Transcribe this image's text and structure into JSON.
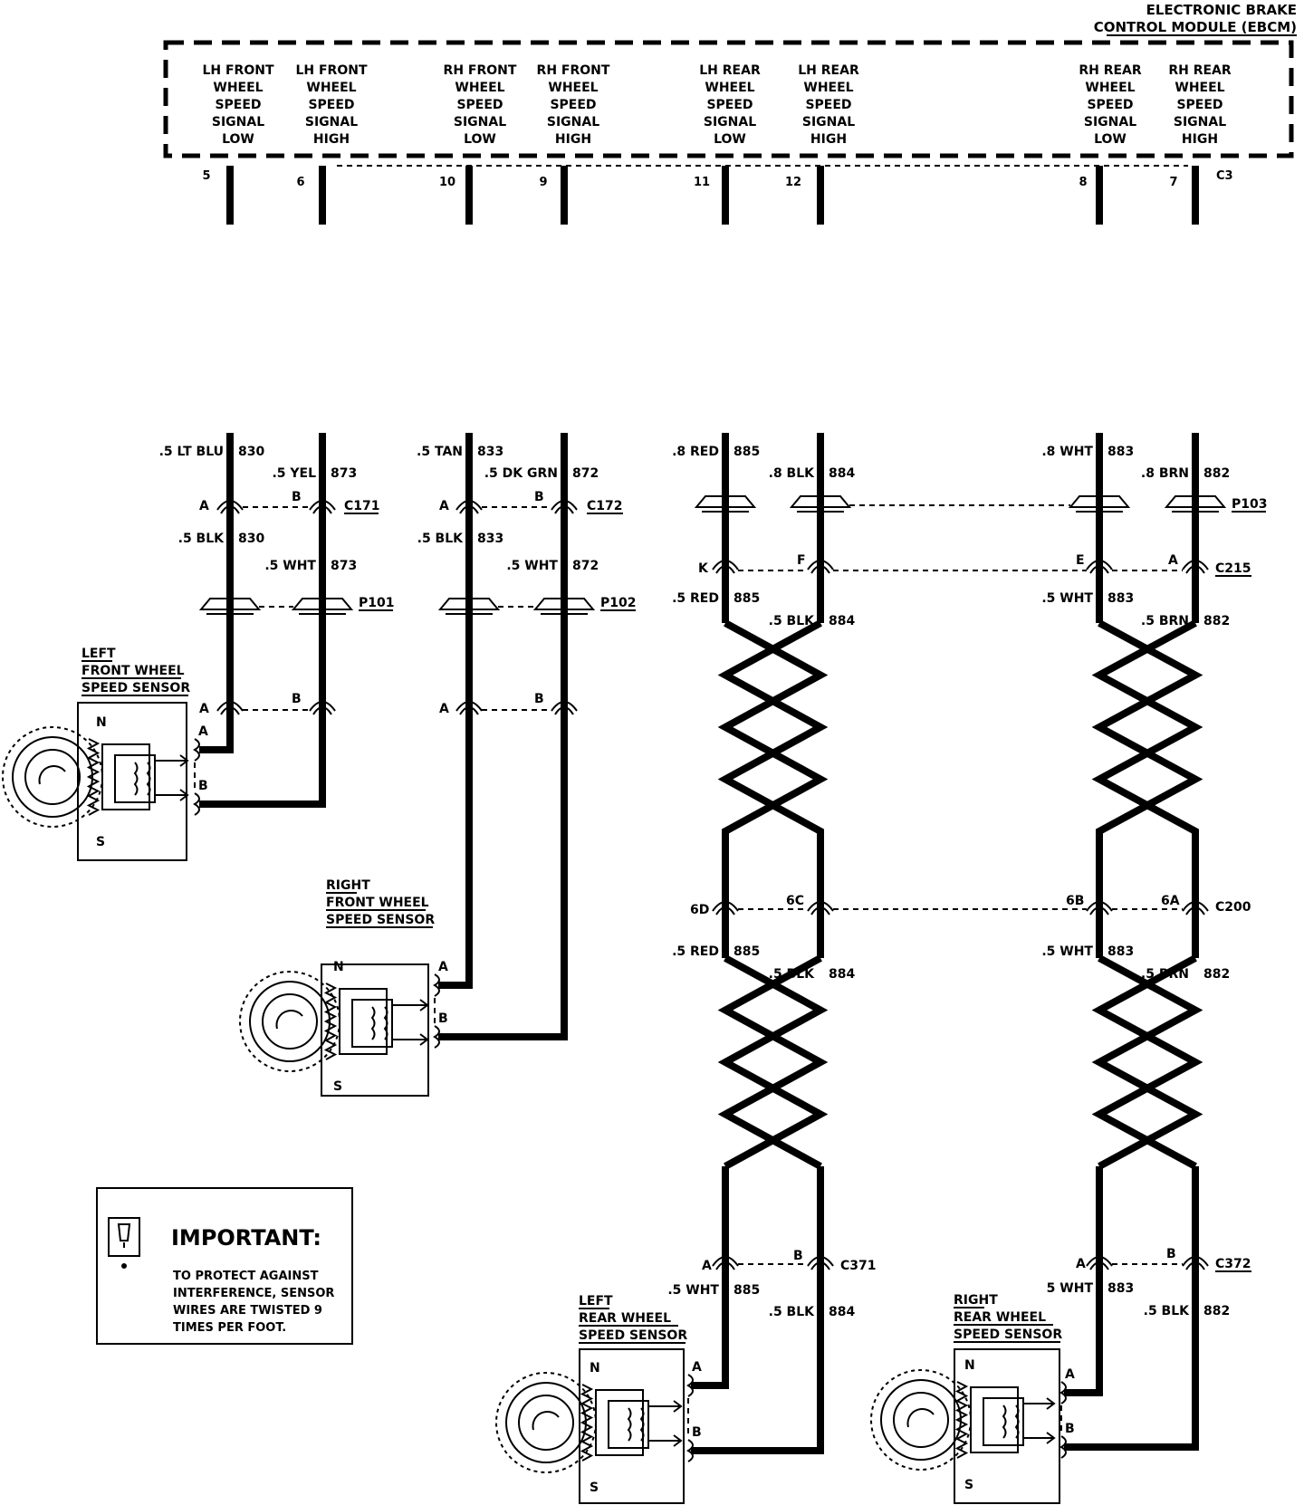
{
  "module": {
    "title_line1": "ELECTRONIC BRAKE",
    "title_line2": "CONTROL MODULE (EBCM)",
    "connector": "C3",
    "terminals": [
      {
        "lines": [
          "LH FRONT",
          "WHEEL",
          "SPEED",
          "SIGNAL",
          "LOW"
        ],
        "pin": "5"
      },
      {
        "lines": [
          "LH FRONT",
          "WHEEL",
          "SPEED",
          "SIGNAL",
          "HIGH"
        ],
        "pin": "6"
      },
      {
        "lines": [
          "RH FRONT",
          "WHEEL",
          "SPEED",
          "SIGNAL",
          "LOW"
        ],
        "pin": "10"
      },
      {
        "lines": [
          "RH FRONT",
          "WHEEL",
          "SPEED",
          "SIGNAL",
          "HIGH"
        ],
        "pin": "9"
      },
      {
        "lines": [
          "LH REAR",
          "WHEEL",
          "SPEED",
          "SIGNAL",
          "LOW"
        ],
        "pin": "11"
      },
      {
        "lines": [
          "LH REAR",
          "WHEEL",
          "SPEED",
          "SIGNAL",
          "HIGH"
        ],
        "pin": "12"
      },
      {
        "lines": [
          "RH REAR",
          "WHEEL",
          "SPEED",
          "SIGNAL",
          "LOW"
        ],
        "pin": "8"
      },
      {
        "lines": [
          "RH REAR",
          "WHEEL",
          "SPEED",
          "SIGNAL",
          "HIGH"
        ],
        "pin": "7"
      }
    ]
  },
  "wire_labels": {
    "lf_low_top": {
      "color": ".5 LT BLU",
      "circuit": "830"
    },
    "lf_high_top": {
      "color": ".5 YEL",
      "circuit": "873"
    },
    "rf_low_top": {
      "color": ".5 TAN",
      "circuit": "833"
    },
    "rf_high_top": {
      "color": ".5 DK GRN",
      "circuit": "872"
    },
    "lr_low_top": {
      "color": ".8 RED",
      "circuit": "885"
    },
    "lr_high_top": {
      "color": ".8 BLK",
      "circuit": "884"
    },
    "rr_low_top": {
      "color": ".8 WHT",
      "circuit": "883"
    },
    "rr_high_top": {
      "color": ".8 BRN",
      "circuit": "882"
    },
    "lf_low_mid": {
      "color": ".5 BLK",
      "circuit": "830"
    },
    "lf_high_mid": {
      "color": ".5 WHT",
      "circuit": "873"
    },
    "rf_low_mid": {
      "color": ".5 BLK",
      "circuit": "833"
    },
    "rf_high_mid": {
      "color": ".5 WHT",
      "circuit": "872"
    },
    "lr_low_c215": {
      "color": ".5 RED",
      "circuit": "885"
    },
    "lr_high_c215": {
      "color": ".5 BLK",
      "circuit": "884"
    },
    "rr_low_c215": {
      "color": ".5 WHT",
      "circuit": "883"
    },
    "rr_high_c215": {
      "color": ".5 BRN",
      "circuit": "882"
    },
    "lr_low_c200": {
      "color": ".5 RED",
      "circuit": "885"
    },
    "lr_high_c200": {
      "color": ".5 BLK",
      "circuit": "884"
    },
    "rr_low_c200": {
      "color": ".5 WHT",
      "circuit": "883"
    },
    "rr_high_c200": {
      "color": ".5 BRN",
      "circuit": "882"
    },
    "lr_low_bot": {
      "color": ".5 WHT",
      "circuit": "885"
    },
    "lr_high_bot": {
      "color": ".5 BLK",
      "circuit": "884"
    },
    "rr_low_bot": {
      "color": "5 WHT",
      "circuit": "883"
    },
    "rr_high_bot": {
      "color": ".5 BLK",
      "circuit": "882"
    }
  },
  "connectors": {
    "c171": {
      "name": "C171",
      "pin_a": "A",
      "pin_b": "B"
    },
    "c172": {
      "name": "C172",
      "pin_a": "A",
      "pin_b": "B"
    },
    "p103": {
      "name": "P103"
    },
    "c215": {
      "name": "C215",
      "pins": [
        "K",
        "F",
        "E",
        "A"
      ]
    },
    "p101": {
      "name": "P101"
    },
    "p102": {
      "name": "P102"
    },
    "lf_sensor_conn": {
      "pin_a": "A",
      "pin_b": "B"
    },
    "rf_sensor_conn": {
      "pin_a": "A",
      "pin_b": "B"
    },
    "c200": {
      "name": "C200",
      "pins": [
        "6D",
        "6C",
        "6B",
        "6A"
      ]
    },
    "c371": {
      "name": "C371",
      "pin_a": "A",
      "pin_b": "B"
    },
    "c372": {
      "name": "C372",
      "pin_a": "A",
      "pin_b": "B"
    }
  },
  "sensors": {
    "left_front": {
      "title": [
        "LEFT",
        "FRONT WHEEL",
        "SPEED SENSOR"
      ],
      "n": "N",
      "s": "S",
      "pin_a": "A",
      "pin_b": "B"
    },
    "right_front": {
      "title": [
        "RIGHT",
        "FRONT WHEEL",
        "SPEED SENSOR"
      ],
      "n": "N",
      "s": "S",
      "pin_a": "A",
      "pin_b": "B"
    },
    "left_rear": {
      "title": [
        "LEFT",
        "REAR WHEEL",
        "SPEED SENSOR"
      ],
      "n": "N",
      "s": "S",
      "pin_a": "A",
      "pin_b": "B"
    },
    "right_rear": {
      "title": [
        "RIGHT",
        "REAR WHEEL",
        "SPEED SENSOR"
      ],
      "n": "N",
      "s": "S",
      "pin_a": "A",
      "pin_b": "B"
    }
  },
  "important": {
    "title": "IMPORTANT:",
    "lines": [
      "TO PROTECT AGAINST",
      "INTERFERENCE, SENSOR",
      "WIRES ARE TWISTED 9",
      "TIMES PER FOOT."
    ]
  }
}
